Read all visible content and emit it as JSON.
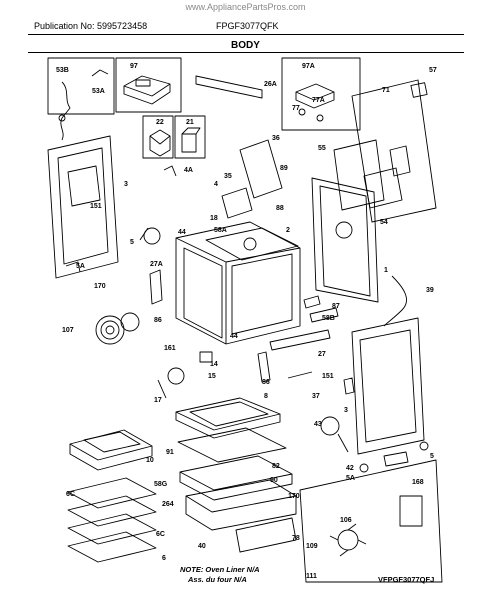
{
  "watermark": "www.AppliancePartsPros.com",
  "header": {
    "publication": "Publication No: 5995723458",
    "model": "FPGF3077QFK",
    "section": "BODY"
  },
  "note": {
    "line1": "NOTE: Oven Liner N/A",
    "line2": "Ass. du four N/A"
  },
  "footer_code": "VFPGF3077QFJ",
  "callouts": [
    "53B",
    "97",
    "26A",
    "97A",
    "57",
    "53A",
    "71",
    "77",
    "77A",
    "22",
    "21",
    "36",
    "55",
    "4A",
    "89",
    "3",
    "35",
    "151",
    "4",
    "88",
    "54",
    "18",
    "2",
    "5",
    "44",
    "58A",
    "5A",
    "27A",
    "1",
    "39",
    "170",
    "86",
    "87",
    "107",
    "58B",
    "161",
    "44",
    "14",
    "27",
    "151",
    "15",
    "86",
    "17",
    "37",
    "3",
    "8",
    "43",
    "10",
    "82",
    "91",
    "5",
    "58G",
    "90",
    "170",
    "42",
    "6C",
    "264",
    "168",
    "5A",
    "6C",
    "106",
    "78",
    "40",
    "109",
    "6",
    "111"
  ]
}
